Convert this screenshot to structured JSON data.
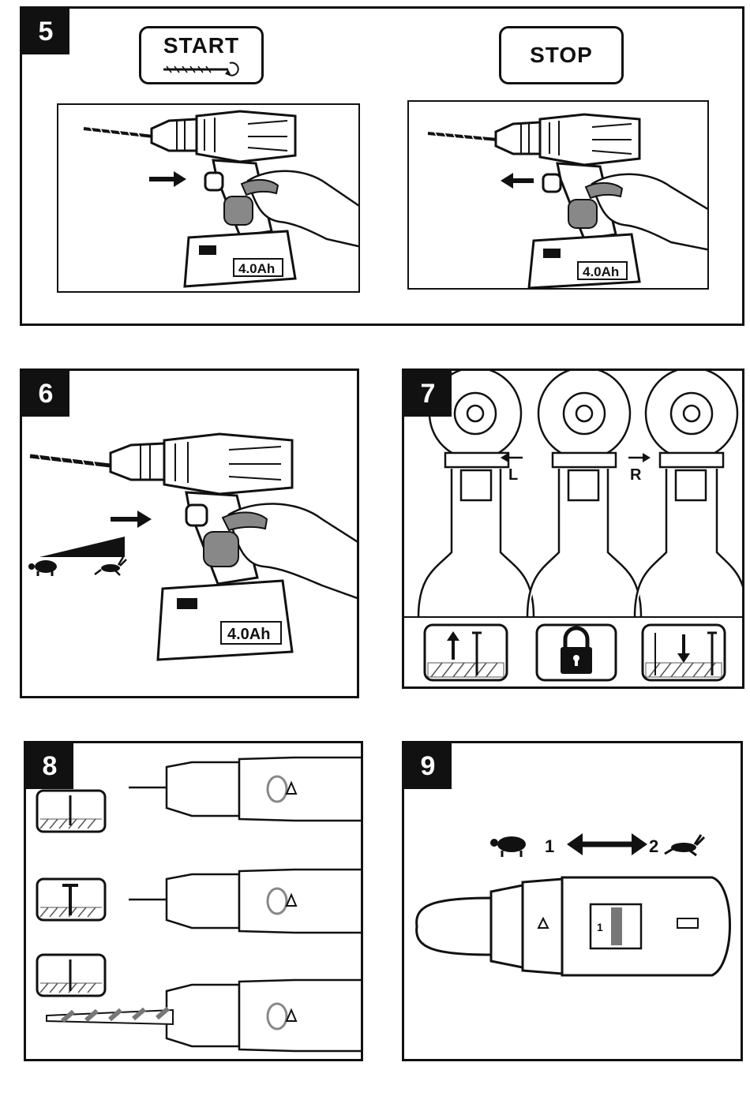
{
  "panels": {
    "p5": {
      "number": "5",
      "start_label": "START",
      "stop_label": "STOP",
      "battery_left": "4.0Ah",
      "battery_right": "4.0Ah"
    },
    "p6": {
      "number": "6",
      "battery": "4.0Ah"
    },
    "p7": {
      "number": "7",
      "left_dir": "L",
      "right_dir": "R"
    },
    "p8": {
      "number": "8"
    },
    "p9": {
      "number": "9",
      "speed_low": "1",
      "speed_high": "2",
      "gear_mark": "1"
    }
  },
  "icons": [
    "drill-bit-icon",
    "rotation-arrow-icon",
    "arrow-right-icon",
    "arrow-left-icon",
    "tortoise-icon",
    "hare-icon",
    "screw-out-icon",
    "lock-icon",
    "screw-in-icon",
    "double-arrow-icon"
  ],
  "colors": {
    "ink": "#111111",
    "paper": "#ffffff",
    "hatch": "#555555",
    "shade": "#7a7a7a"
  }
}
